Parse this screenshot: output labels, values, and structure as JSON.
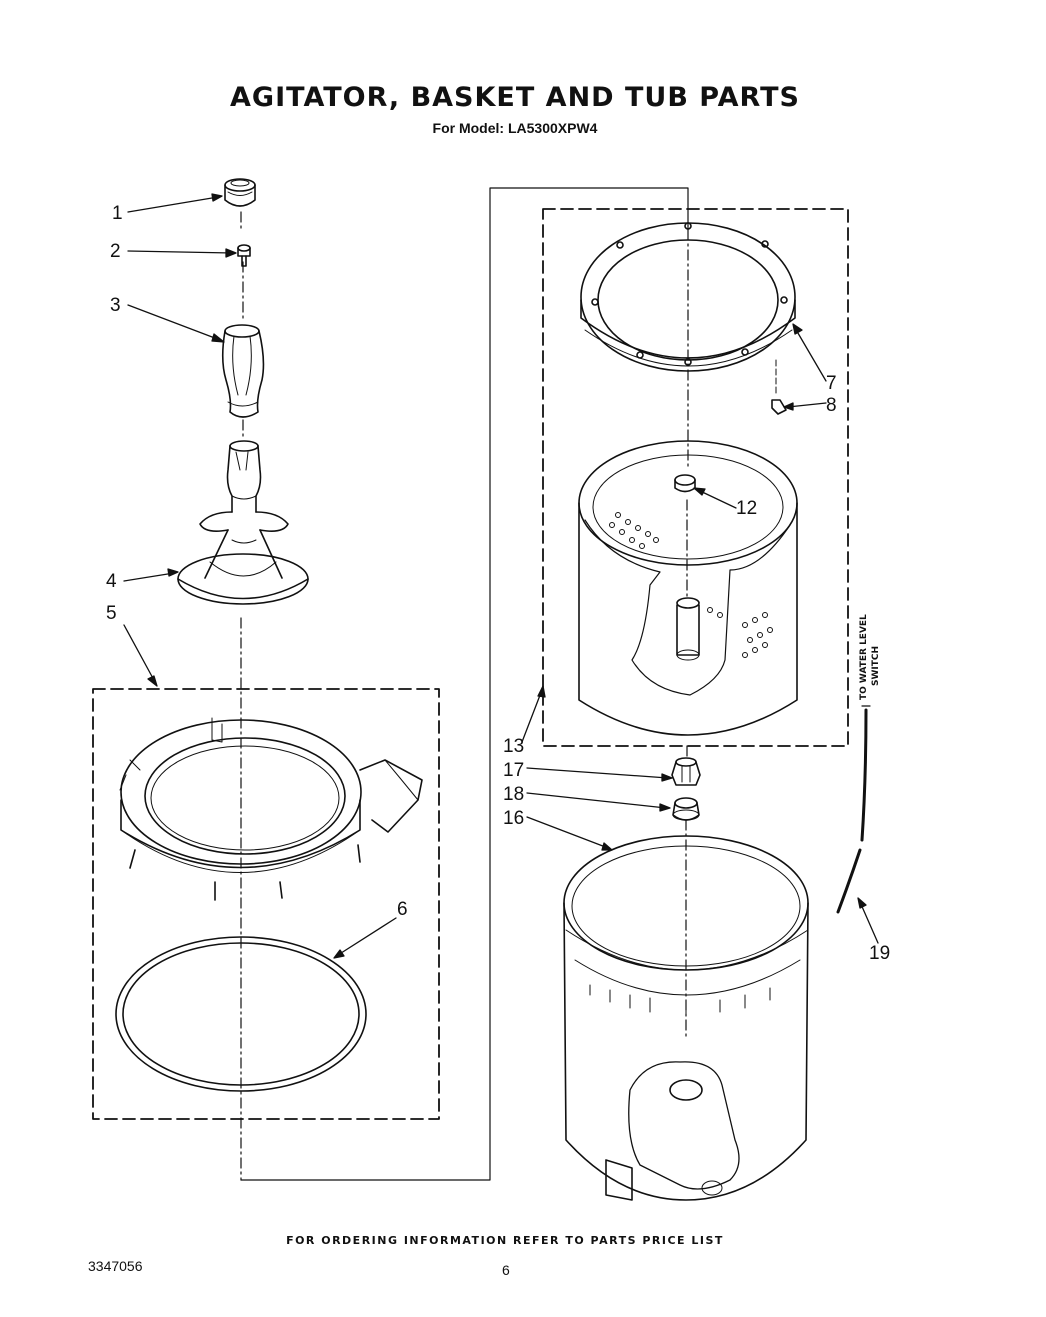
{
  "title": "AGITATOR, BASKET AND TUB PARTS",
  "subtitle": "For Model: LA5300XPW4",
  "footer_note": "FOR ORDERING INFORMATION REFER TO PARTS PRICE LIST",
  "doc_number": "3347056",
  "page_number": "6",
  "side_note": {
    "line1": "TO WATER LEVEL",
    "line2": "SWITCH"
  },
  "callouts": {
    "p1": "1",
    "p2": "2",
    "p3": "3",
    "p4": "4",
    "p5": "5",
    "p6": "6",
    "p7": "7",
    "p8": "8",
    "p12": "12",
    "p13": "13",
    "p16": "16",
    "p17": "17",
    "p18": "18",
    "p19": "19"
  },
  "parts": [
    {
      "ref": "1",
      "icon": "agitator-cap-icon"
    },
    {
      "ref": "2",
      "icon": "screw-icon"
    },
    {
      "ref": "3",
      "icon": "cam-icon"
    },
    {
      "ref": "4",
      "icon": "agitator-icon"
    },
    {
      "ref": "5",
      "icon": "tub-ring-icon"
    },
    {
      "ref": "6",
      "icon": "gasket-icon"
    },
    {
      "ref": "7",
      "icon": "balance-ring-icon"
    },
    {
      "ref": "8",
      "icon": "screw-icon"
    },
    {
      "ref": "12",
      "icon": "nut-icon"
    },
    {
      "ref": "13",
      "icon": "basket-icon"
    },
    {
      "ref": "16",
      "icon": "tub-icon"
    },
    {
      "ref": "17",
      "icon": "drive-block-icon"
    },
    {
      "ref": "18",
      "icon": "seal-icon"
    },
    {
      "ref": "19",
      "icon": "hose-icon"
    }
  ]
}
